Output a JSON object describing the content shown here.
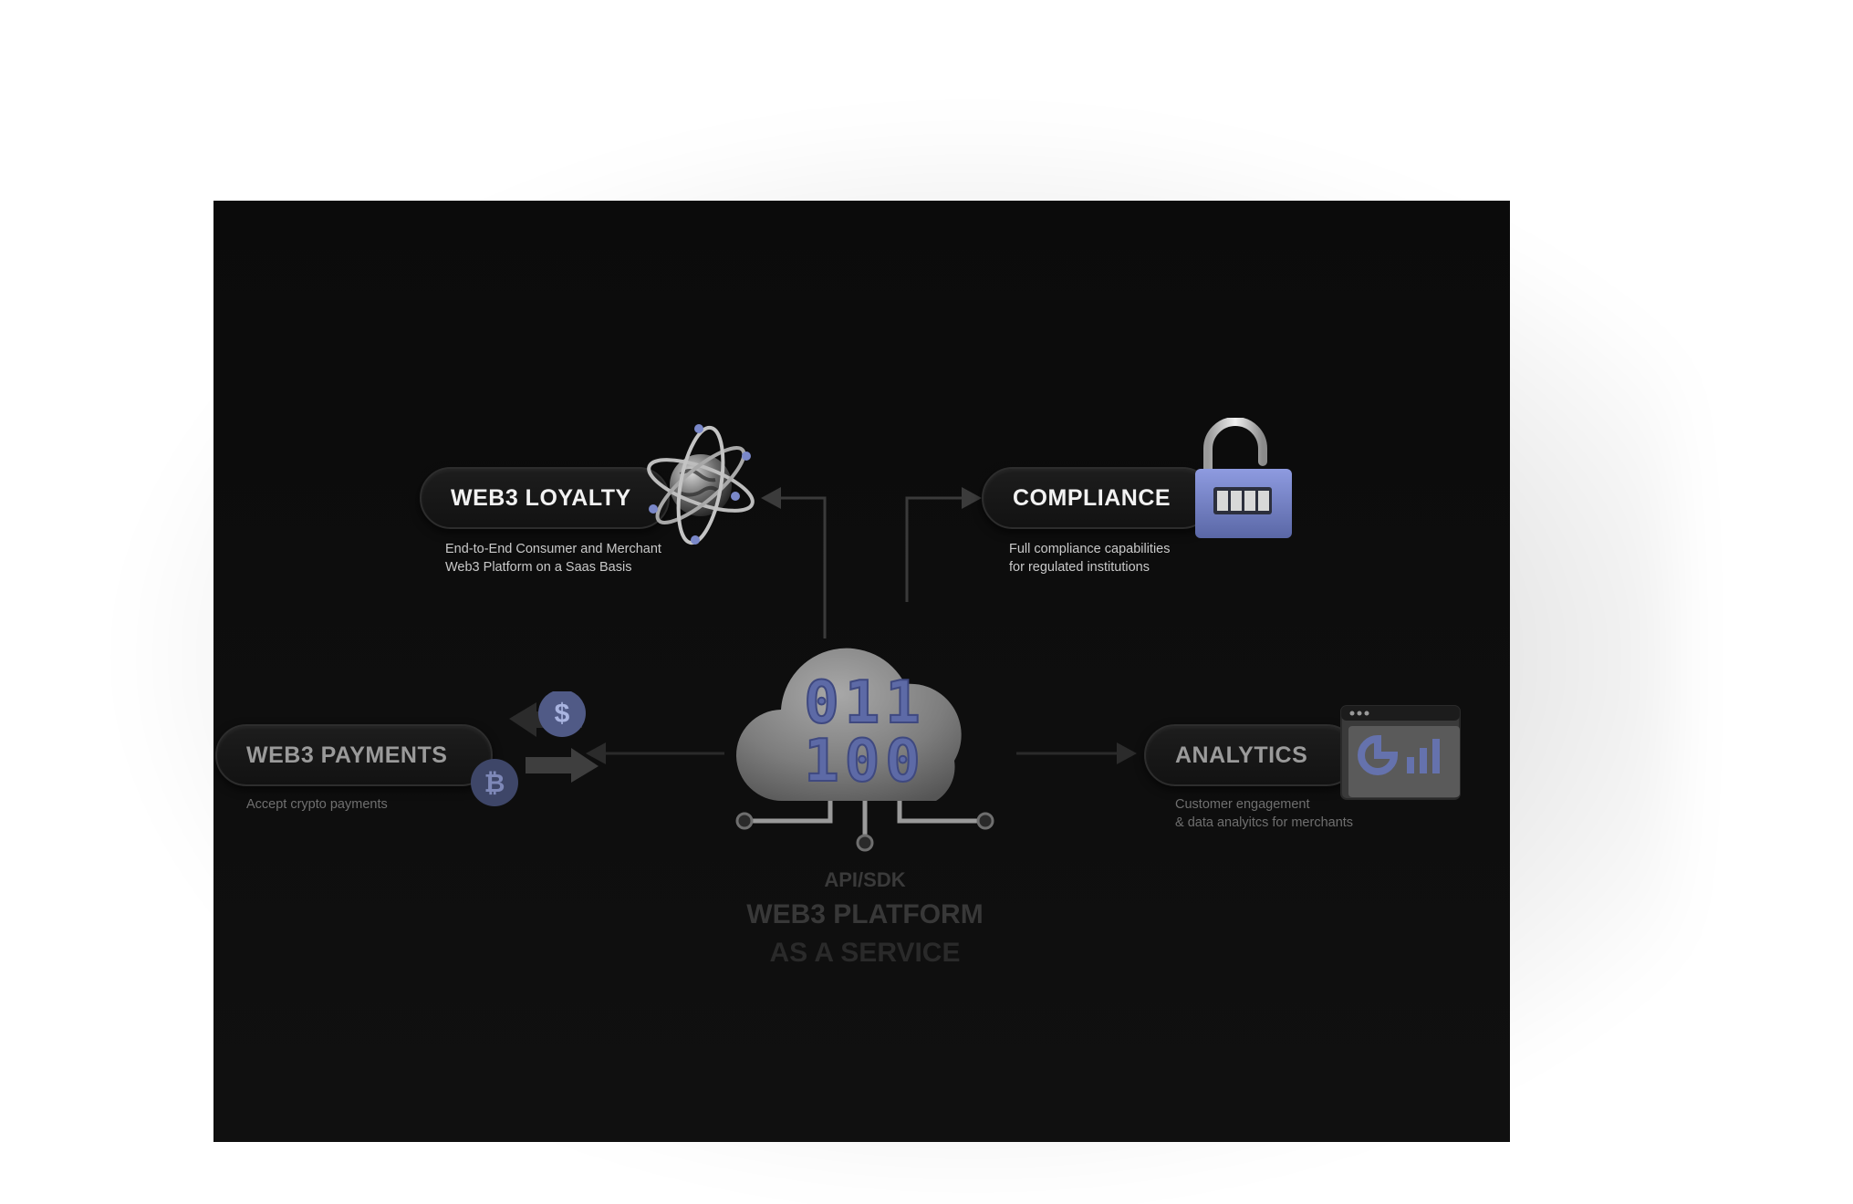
{
  "nodes": {
    "loyalty": {
      "title": "WEB3 LOYALTY",
      "description": "End-to-End Consumer and Merchant\nWeb3 Platform on a Saas Basis",
      "icon": "atom-globe-icon"
    },
    "compliance": {
      "title": "COMPLIANCE",
      "description": "Full compliance capabilities\nfor regulated institutions",
      "icon": "padlock-icon"
    },
    "payments": {
      "title": "WEB3 PAYMENTS",
      "description": "Accept crypto payments",
      "icon": "exchange-arrows-icon"
    },
    "analytics": {
      "title": "ANALYTICS",
      "description": "Customer engagement\n& data analyitcs for merchants",
      "icon": "analytics-window-icon"
    }
  },
  "center": {
    "icon": "binary-cloud-icon",
    "binary_top": "011",
    "binary_bottom": "100",
    "subtitle": "API/SDK",
    "title_line1": "WEB3 PLATFORM",
    "title_line2": "AS A SERVICE"
  },
  "coins": {
    "dollar": "$",
    "bitcoin": "₿"
  },
  "colors": {
    "accent": "#7a88c9",
    "background": "#0c0c0c",
    "card": "#1a1a1a"
  }
}
